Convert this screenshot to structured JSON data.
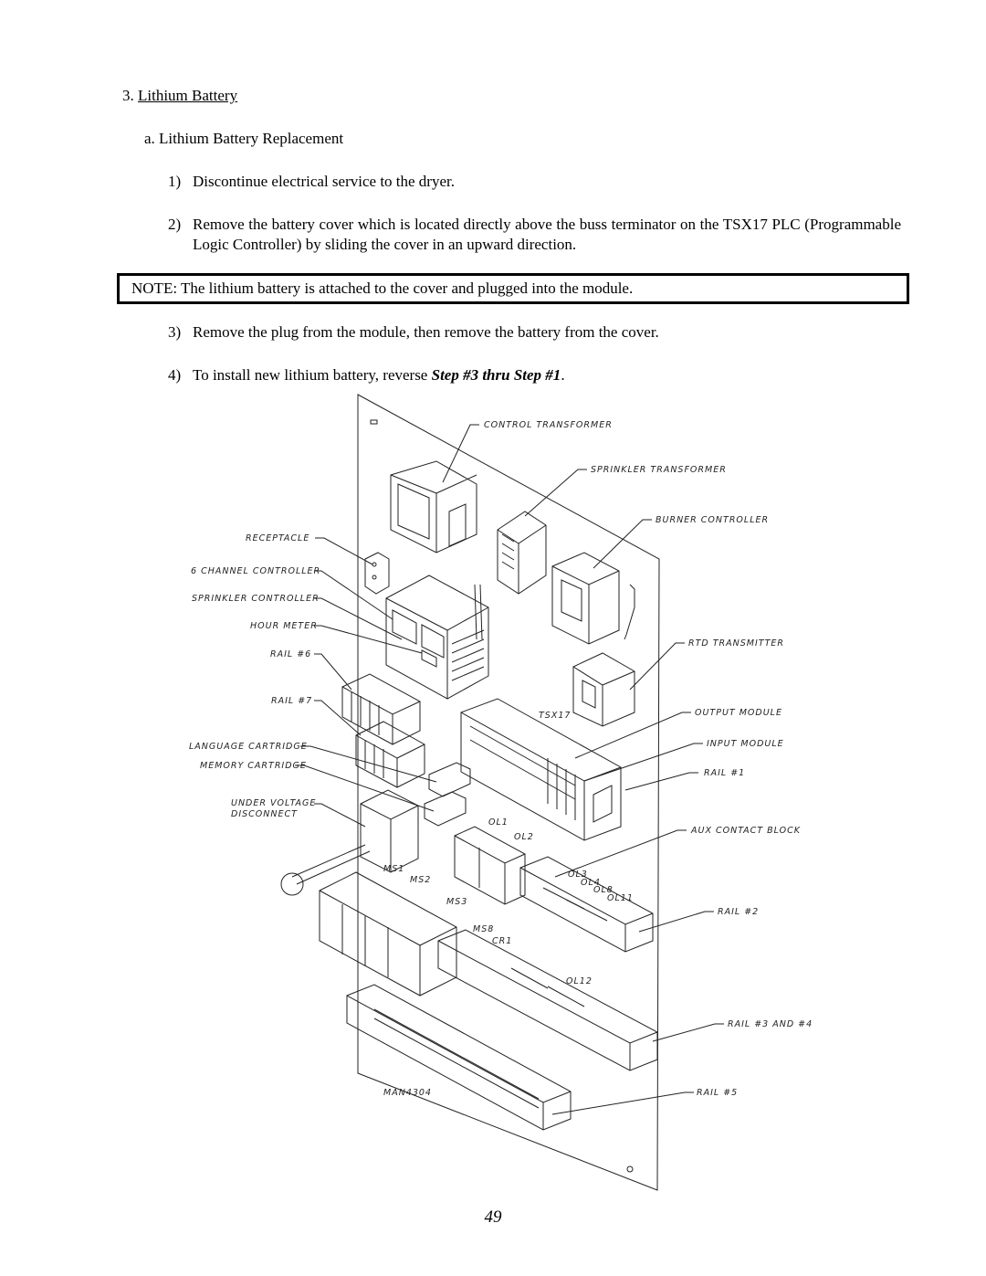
{
  "section": {
    "number": "3.",
    "title": "Lithium Battery"
  },
  "subsection": {
    "label": "a.",
    "title": "Lithium Battery Replacement"
  },
  "steps": [
    {
      "num": "1)",
      "text": "Discontinue electrical service to the dryer."
    },
    {
      "num": "2)",
      "text": "Remove the battery cover which is located directly above the buss terminator on the TSX17 PLC (Programmable Logic Controller) by sliding the cover in an upward direction."
    },
    {
      "num": "3)",
      "text": "Remove the plug from the module, then remove the battery from the cover."
    },
    {
      "num": "4)",
      "text_before": "To install new lithium battery, reverse ",
      "emphasis": "Step #3 thru Step #1",
      "text_after": "."
    }
  ],
  "note": {
    "label": "NOTE:",
    "text": "The lithium battery is attached to the cover and plugged into the module."
  },
  "diagram": {
    "labels": {
      "control_transformer": "CONTROL TRANSFORMER",
      "sprinkler_transformer": "SPRINKLER TRANSFORMER",
      "burner_controller": "BURNER CONTROLLER",
      "receptacle": "RECEPTACLE",
      "six_channel_controller": "6 CHANNEL CONTROLLER",
      "sprinkler_controller": "SPRINKLER CONTROLLER",
      "hour_meter": "HOUR METER",
      "rail6": "RAIL #6",
      "rtd_transmitter": "RTD TRANSMITTER",
      "rail7": "RAIL #7",
      "tsx17": "TSX17",
      "output_module": "OUTPUT MODULE",
      "language_cartridge": "LANGUAGE CARTRIDGE",
      "input_module": "INPUT MODULE",
      "memory_cartridge": "MEMORY CARTRIDGE",
      "rail1": "RAIL #1",
      "under_voltage_1": "UNDER VOLTAGE",
      "under_voltage_2": "DISCONNECT",
      "ol1": "OL1",
      "ol2": "OL2",
      "aux_contact_block": "AUX CONTACT BLOCK",
      "ms1": "MS1",
      "ms2": "MS2",
      "ol3": "OL3",
      "ol4": "OL4",
      "ol8": "OL8",
      "ol11": "OL11",
      "ms3": "MS3",
      "rail2": "RAIL #2",
      "ms8": "MS8",
      "cr1": "CR1",
      "ol12": "OL12",
      "rail3_4": "RAIL #3 AND #4",
      "man_code": "MAN4304",
      "rail5": "RAIL #5"
    }
  },
  "page_number": "49"
}
